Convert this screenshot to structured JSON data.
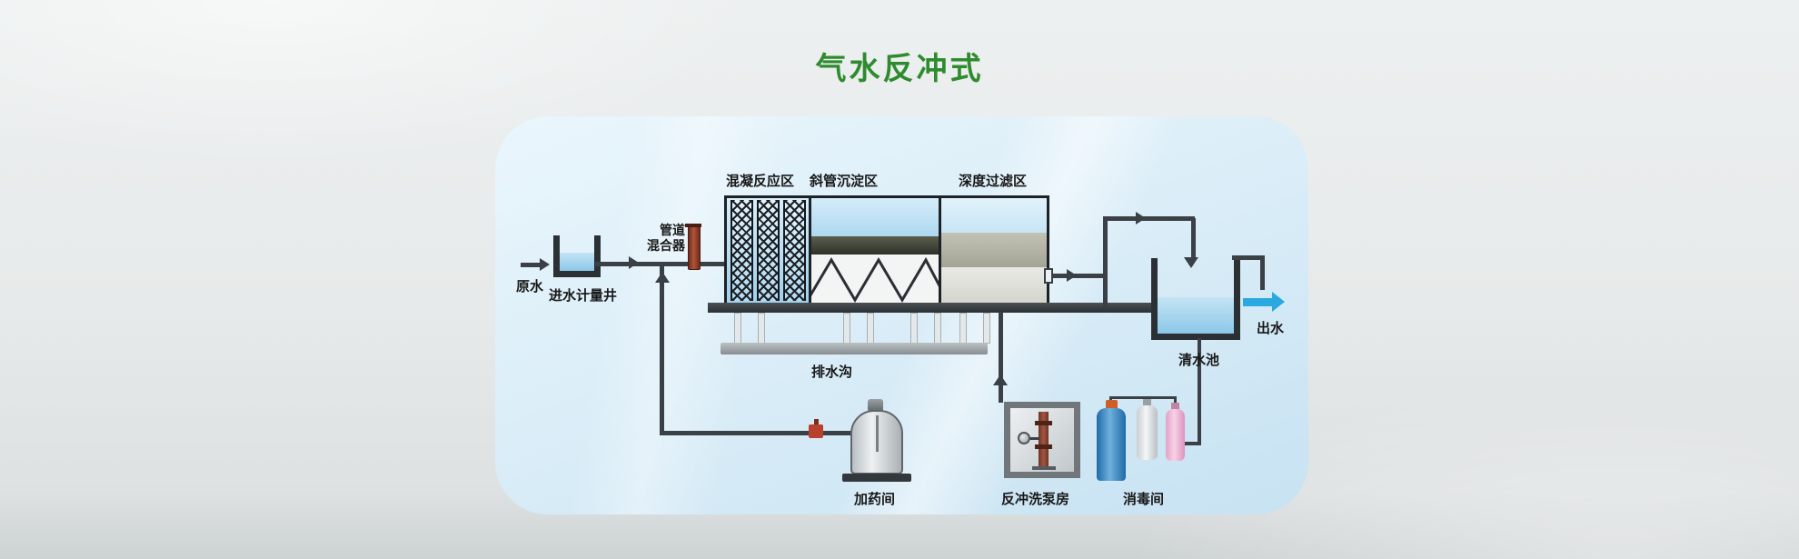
{
  "title": "气水反冲式",
  "colors": {
    "title_green": "#2e8b2e",
    "pipe": "#3a4046",
    "outlet_blue": "#2aa9e0",
    "mixer_red": "#a14a30",
    "valve_red": "#b8402c",
    "panel_blue": "#d8ecf7",
    "water_blue": "#9fd0ec"
  },
  "diagram": {
    "zones": {
      "coagulation": "混凝反应区",
      "sedimentation": "斜管沉淀区",
      "filtration": "深度过滤区"
    },
    "labels": {
      "raw_water": "原水",
      "inlet_well": "进水计量井",
      "mixer_line1": "管道",
      "mixer_line2": "混合器",
      "drain_channel": "排水沟",
      "dosing_room": "加药间",
      "backwash_pump_room": "反冲洗泵房",
      "disinfection_room": "消毒间",
      "clear_water_tank": "清水池",
      "outlet": "出水"
    }
  }
}
